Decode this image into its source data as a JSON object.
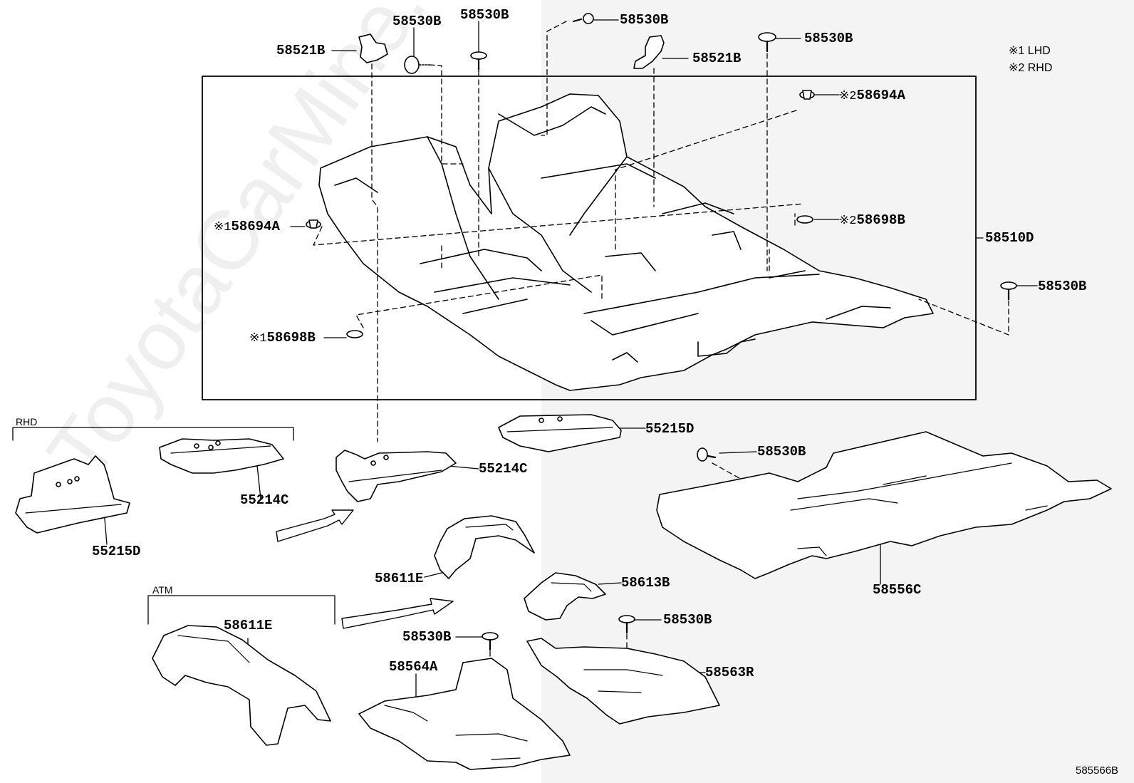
{
  "watermark": "ToyotaCarMine.ru",
  "legend": {
    "lhd": "※1 LHD",
    "rhd": "※2 RHD"
  },
  "groups": {
    "rhd": "RHD",
    "atm": "ATM"
  },
  "diagram_code": "585566B",
  "parts": {
    "p58530b_1": "58530B",
    "p58530b_2": "58530B",
    "p58530b_3": "58530B",
    "p58530b_4": "58530B",
    "p58530b_5": "58530B",
    "p58530b_6": "58530B",
    "p58530b_7": "58530B",
    "p58530b_8": "58530B",
    "p58521b_1": "58521B",
    "p58521b_2": "58521B",
    "p58694a_2": "58694A",
    "p58694a_1": "58694A",
    "p58698b_2": "58698B",
    "p58698b_1": "58698B",
    "p58510d": "58510D",
    "p55215d_1": "55215D",
    "p55215d_2": "55215D",
    "p55214c_1": "55214C",
    "p55214c_2": "55214C",
    "p58611e_1": "58611E",
    "p58611e_2": "58611E",
    "p58613b": "58613B",
    "p58563r": "58563R",
    "p58564a": "58564A",
    "p58556c": "58556C"
  },
  "markers": {
    "m1": "※1",
    "m2": "※2"
  }
}
